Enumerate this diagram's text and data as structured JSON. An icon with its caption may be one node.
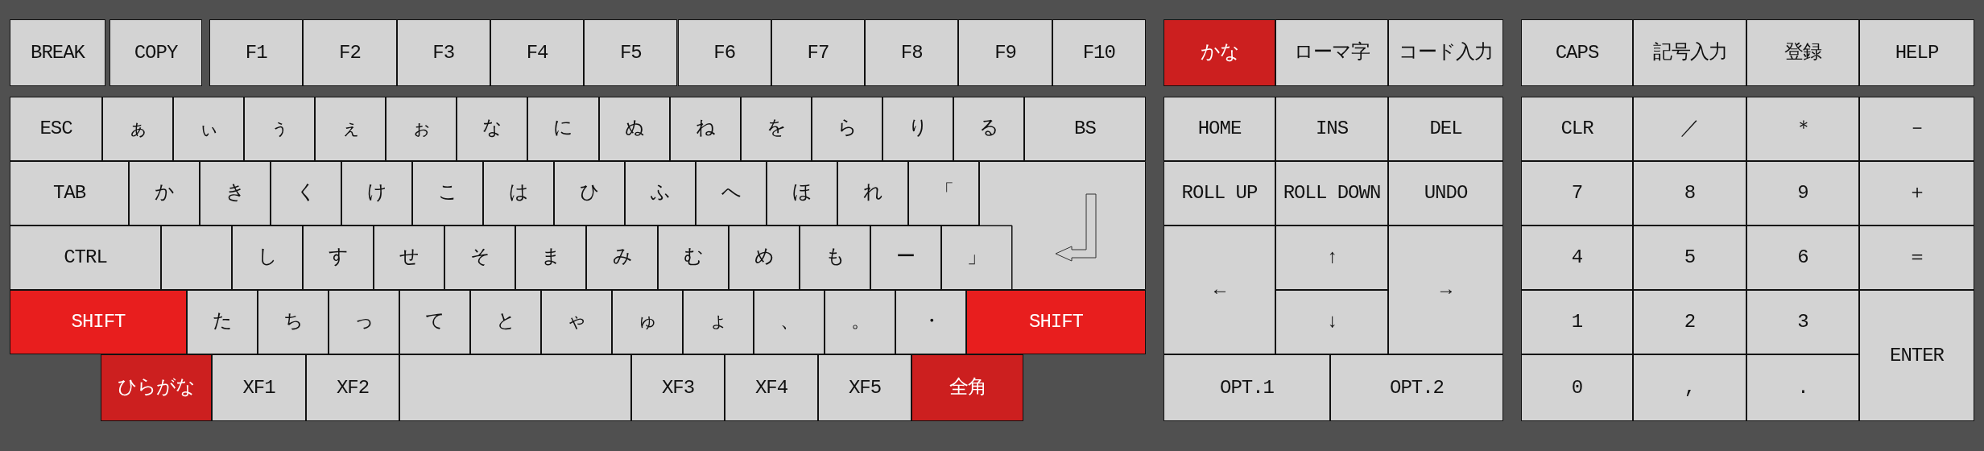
{
  "diagram": {
    "nodes": [
      {
        "text": [
          "BREAK"
        ]
      },
      {
        "text": [
          "COPY"
        ]
      },
      {
        "text": [
          "F1"
        ]
      },
      {
        "text": [
          "F2"
        ]
      },
      {
        "text": [
          "F3"
        ]
      },
      {
        "text": [
          "F4"
        ]
      },
      {
        "text": [
          "F5"
        ]
      },
      {
        "text": [
          "F6"
        ]
      },
      {
        "text": [
          "F7"
        ]
      },
      {
        "text": [
          "F8"
        ]
      },
      {
        "text": [
          "F9"
        ]
      },
      {
        "text": [
          "F10"
        ]
      },
      {
        "text": [
          "かな"
        ]
      },
      {
        "text": [
          "ローマ字"
        ]
      },
      {
        "text": [
          "コード入力"
        ]
      },
      {
        "text": [
          "CAPS"
        ]
      },
      {
        "text": [
          "記号入力"
        ]
      },
      {
        "text": [
          "登録"
        ]
      },
      {
        "text": [
          "HELP"
        ]
      },
      {
        "text": [
          "ESC"
        ]
      },
      {
        "text": [
          "ぁ"
        ]
      },
      {
        "text": [
          "ぃ"
        ]
      },
      {
        "text": [
          "ぅ"
        ]
      },
      {
        "text": [
          "ぇ"
        ]
      },
      {
        "text": [
          "ぉ"
        ]
      },
      {
        "text": [
          "な"
        ]
      },
      {
        "text": [
          "に"
        ]
      },
      {
        "text": [
          "ぬ"
        ]
      },
      {
        "text": [
          "ね"
        ]
      },
      {
        "text": [
          "を"
        ]
      },
      {
        "text": [
          "ら"
        ]
      },
      {
        "text": [
          "り"
        ]
      },
      {
        "text": [
          "る"
        ]
      },
      {
        "text": [
          "BS"
        ]
      },
      {
        "text": [
          "HOME"
        ]
      },
      {
        "text": [
          "INS"
        ]
      },
      {
        "text": [
          "DEL"
        ]
      },
      {
        "text": [
          "CLR"
        ]
      },
      {
        "text": [
          "／"
        ]
      },
      {
        "text": [
          "＊"
        ]
      },
      {
        "text": [
          "－"
        ]
      },
      {
        "text": [
          "TAB"
        ]
      },
      {
        "text": [
          "か"
        ]
      },
      {
        "text": [
          "き"
        ]
      },
      {
        "text": [
          "く"
        ]
      },
      {
        "text": [
          "け"
        ]
      },
      {
        "text": [
          "こ"
        ]
      },
      {
        "text": [
          "は"
        ]
      },
      {
        "text": [
          "ひ"
        ]
      },
      {
        "text": [
          "ふ"
        ]
      },
      {
        "text": [
          "へ"
        ]
      },
      {
        "text": [
          "ほ"
        ]
      },
      {
        "text": [
          "れ"
        ]
      },
      {
        "text": [
          "「"
        ]
      },
      {
        "text": [],
        "shape": "box"
      },
      {
        "text": [
          "ROLL UP"
        ]
      },
      {
        "text": [
          "ROLL DOWN"
        ]
      },
      {
        "text": [
          "UNDO"
        ]
      },
      {
        "text": [
          "7"
        ]
      },
      {
        "text": [
          "8"
        ]
      },
      {
        "text": [
          "9"
        ]
      },
      {
        "text": [
          "＋"
        ]
      },
      {
        "text": [
          "CTRL"
        ]
      },
      {
        "text": [],
        "shape": "box"
      },
      {
        "text": [
          "し"
        ]
      },
      {
        "text": [
          "す"
        ]
      },
      {
        "text": [
          "せ"
        ]
      },
      {
        "text": [
          "そ"
        ]
      },
      {
        "text": [
          "ま"
        ]
      },
      {
        "text": [
          "み"
        ]
      },
      {
        "text": [
          "む"
        ]
      },
      {
        "text": [
          "め"
        ]
      },
      {
        "text": [
          "も"
        ]
      },
      {
        "text": [
          "ー"
        ]
      },
      {
        "text": [
          "」"
        ]
      },
      {
        "text": [
          "←"
        ]
      },
      {
        "text": [
          "↑"
        ]
      },
      {
        "text": [
          "→"
        ]
      },
      {
        "text": [
          "4"
        ]
      },
      {
        "text": [
          "5"
        ]
      },
      {
        "text": [
          "6"
        ]
      },
      {
        "text": [
          "＝"
        ]
      },
      {
        "text": [
          "SHIFT"
        ]
      },
      {
        "text": [
          "た"
        ]
      },
      {
        "text": [
          "ち"
        ]
      },
      {
        "text": [
          "っ"
        ]
      },
      {
        "text": [
          "て"
        ]
      },
      {
        "text": [
          "と"
        ]
      },
      {
        "text": [
          "ゃ"
        ]
      },
      {
        "text": [
          "ゅ"
        ]
      },
      {
        "text": [
          "ょ"
        ]
      },
      {
        "text": [
          "、"
        ]
      },
      {
        "text": [
          "。"
        ]
      },
      {
        "text": [
          "・"
        ]
      },
      {
        "text": [
          "SHIFT"
        ]
      },
      {
        "text": [
          "↓"
        ]
      },
      {
        "text": [
          "1"
        ]
      },
      {
        "text": [
          "2"
        ]
      },
      {
        "text": [
          "3"
        ]
      },
      {
        "text": [
          "ENTER"
        ]
      },
      {
        "text": [
          "ひらがな"
        ]
      },
      {
        "text": [
          "XF1"
        ]
      },
      {
        "text": [
          "XF2"
        ]
      },
      {
        "text": [],
        "shape": "box"
      },
      {
        "text": [
          "XF3"
        ]
      },
      {
        "text": [
          "XF4"
        ]
      },
      {
        "text": [
          "XF5"
        ]
      },
      {
        "text": [
          "全角"
        ]
      },
      {
        "text": [
          "OPT.1"
        ]
      },
      {
        "text": [
          "OPT.2"
        ]
      },
      {
        "text": [
          "0"
        ]
      },
      {
        "text": [
          ","
        ]
      },
      {
        "text": [
          "."
        ]
      }
    ]
  }
}
